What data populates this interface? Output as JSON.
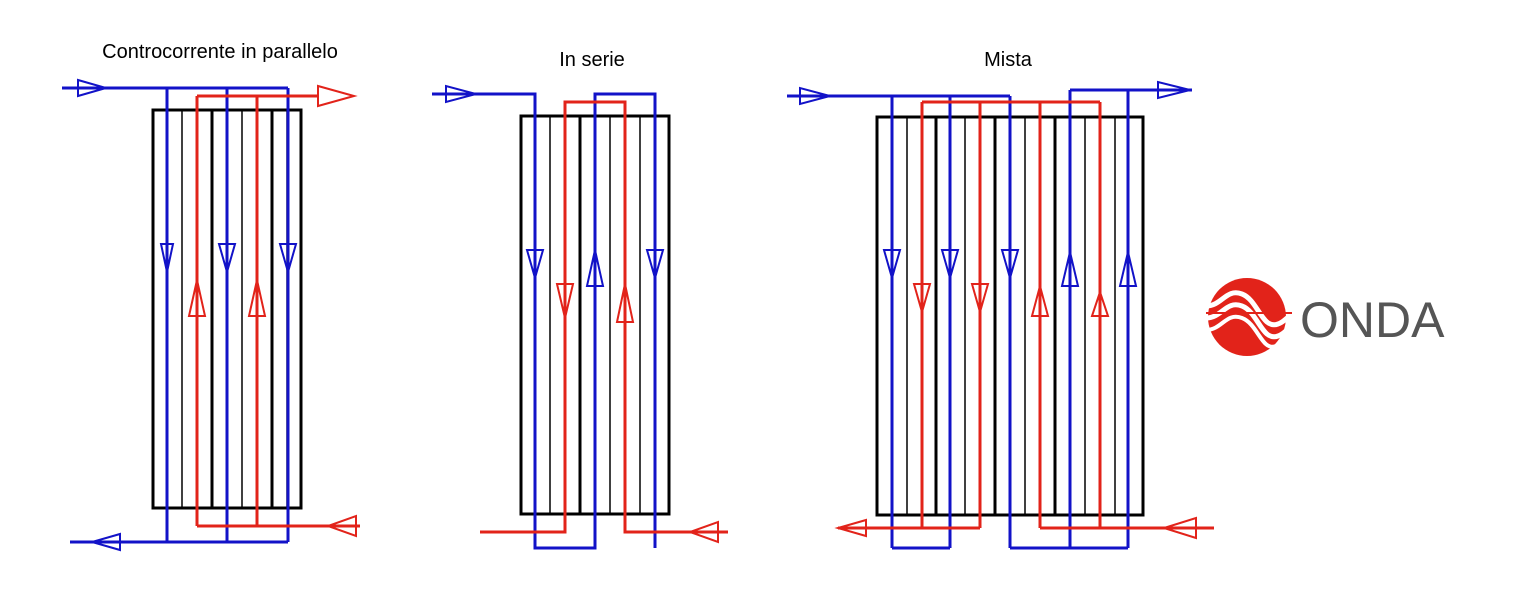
{
  "diagrams": [
    {
      "title": "Controcorrente in parallelo"
    },
    {
      "title": "In serie"
    },
    {
      "title": "Mista"
    }
  ],
  "logo": {
    "text": "ONDA",
    "mark_color": "#e2231a",
    "text_color": "#555555"
  },
  "colors": {
    "hot_fluid": "#e2231a",
    "cold_fluid": "#1212c8",
    "plates": "#000000"
  }
}
